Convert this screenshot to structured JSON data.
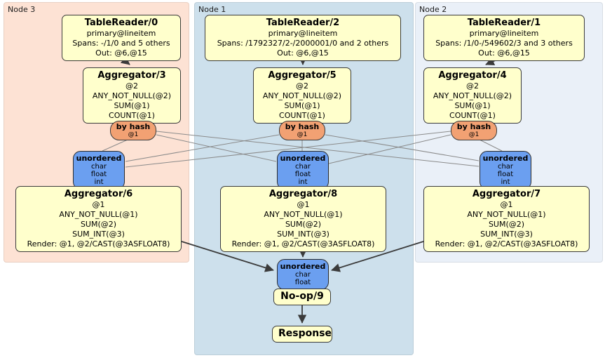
{
  "regions": [
    {
      "label": "Node 3"
    },
    {
      "label": "Node 1"
    },
    {
      "label": "Node 2"
    }
  ],
  "processors": {
    "tablereader0": {
      "title": "TableReader/0",
      "lines": [
        "primary@lineitem",
        "Spans: -/1/0 and 5 others",
        "Out: @6,@15"
      ]
    },
    "tablereader2": {
      "title": "TableReader/2",
      "lines": [
        "primary@lineitem",
        "Spans: /1792327/2-/2000001/0 and 2 others",
        "Out: @6,@15"
      ]
    },
    "tablereader1": {
      "title": "TableReader/1",
      "lines": [
        "primary@lineitem",
        "Spans: /1/0-/549602/3 and 3 others",
        "Out: @6,@15"
      ]
    },
    "aggregator3": {
      "title": "Aggregator/3",
      "lines": [
        "@2",
        "ANY_NOT_NULL(@2)",
        "SUM(@1)",
        "COUNT(@1)"
      ]
    },
    "aggregator5": {
      "title": "Aggregator/5",
      "lines": [
        "@2",
        "ANY_NOT_NULL(@2)",
        "SUM(@1)",
        "COUNT(@1)"
      ]
    },
    "aggregator4": {
      "title": "Aggregator/4",
      "lines": [
        "@2",
        "ANY_NOT_NULL(@2)",
        "SUM(@1)",
        "COUNT(@1)"
      ]
    },
    "aggregator6": {
      "title": "Aggregator/6",
      "lines": [
        "@1",
        "ANY_NOT_NULL(@1)",
        "SUM(@2)",
        "SUM_INT(@3)",
        "Render: @1, @2/CAST(@3ASFLOAT8)"
      ]
    },
    "aggregator8": {
      "title": "Aggregator/8",
      "lines": [
        "@1",
        "ANY_NOT_NULL(@1)",
        "SUM(@2)",
        "SUM_INT(@3)",
        "Render: @1, @2/CAST(@3ASFLOAT8)"
      ]
    },
    "aggregator7": {
      "title": "Aggregator/7",
      "lines": [
        "@1",
        "ANY_NOT_NULL(@1)",
        "SUM(@2)",
        "SUM_INT(@3)",
        "Render: @1, @2/CAST(@3ASFLOAT8)"
      ]
    },
    "noop9": {
      "title": "No-op/9"
    },
    "response": {
      "title": "Response"
    }
  },
  "routers": {
    "hash_node3": {
      "title": "by hash",
      "detail": "@1"
    },
    "hash_node1": {
      "title": "by hash",
      "detail": "@1"
    },
    "hash_node2": {
      "title": "by hash",
      "detail": "@1"
    }
  },
  "synchronizers": {
    "unordered_node3": {
      "title": "unordered",
      "lines": [
        "char",
        "float",
        "int"
      ]
    },
    "unordered_node1": {
      "title": "unordered",
      "lines": [
        "char",
        "float",
        "int"
      ]
    },
    "unordered_node2": {
      "title": "unordered",
      "lines": [
        "char",
        "float",
        "int"
      ]
    },
    "unordered_final": {
      "title": "unordered",
      "lines": [
        "char",
        "float"
      ]
    }
  },
  "colors": {
    "processor_fill": "#ffffcc",
    "processor_border": "#3b3b3b",
    "router_fill": "#f2a173",
    "synchronizer_fill": "#6b9ff0",
    "node3_background": "#fde2d4",
    "node1_background": "#cde0ec",
    "node2_background": "#eaf0f8",
    "edge_thin": "#8a8a8a",
    "edge_thick": "#3b3b3b"
  }
}
